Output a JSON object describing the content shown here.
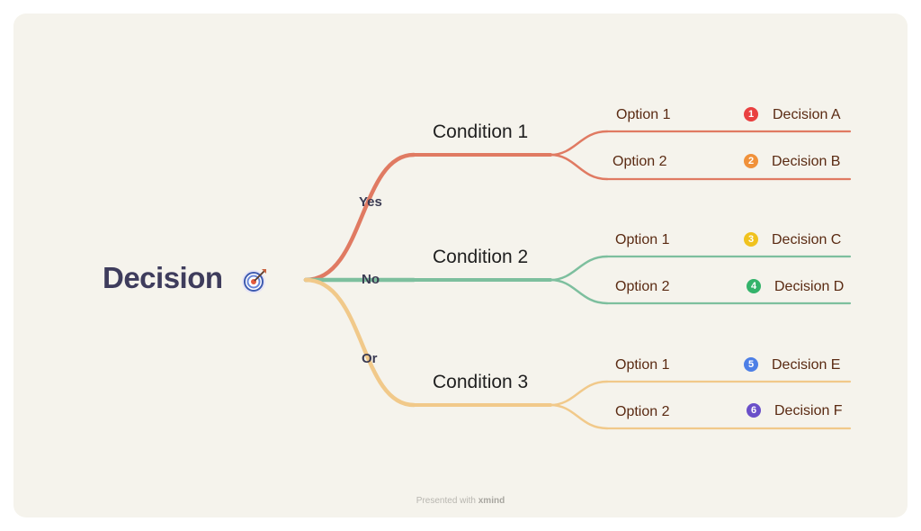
{
  "root": {
    "label": "Decision",
    "icon": "target-icon",
    "color": "#3e3c5c"
  },
  "branches": [
    {
      "edge_label": "Yes",
      "condition": "Condition 1",
      "color": "#e07a62",
      "options": [
        {
          "label": "Option 1",
          "decision": "Decision A",
          "badge": "1",
          "badge_color": "#e94040"
        },
        {
          "label": "Option 2",
          "decision": "Decision B",
          "badge": "2",
          "badge_color": "#f0913a"
        }
      ]
    },
    {
      "edge_label": "No",
      "condition": "Condition 2",
      "color": "#7dbf9e",
      "options": [
        {
          "label": "Option 1",
          "decision": "Decision C",
          "badge": "3",
          "badge_color": "#f0c21e"
        },
        {
          "label": "Option 2",
          "decision": "Decision D",
          "badge": "4",
          "badge_color": "#34b36b"
        }
      ]
    },
    {
      "edge_label": "Or",
      "condition": "Condition 3",
      "color": "#f1c98a",
      "options": [
        {
          "label": "Option 1",
          "decision": "Decision E",
          "badge": "5",
          "badge_color": "#4d7fe6"
        },
        {
          "label": "Option 2",
          "decision": "Decision F",
          "badge": "6",
          "badge_color": "#6a4fc9"
        }
      ]
    }
  ],
  "text_colors": {
    "edge": "#3a3a52",
    "option_decision": "#5a2a12"
  },
  "footer": {
    "prefix": "Presented with",
    "brand": "xmind"
  }
}
